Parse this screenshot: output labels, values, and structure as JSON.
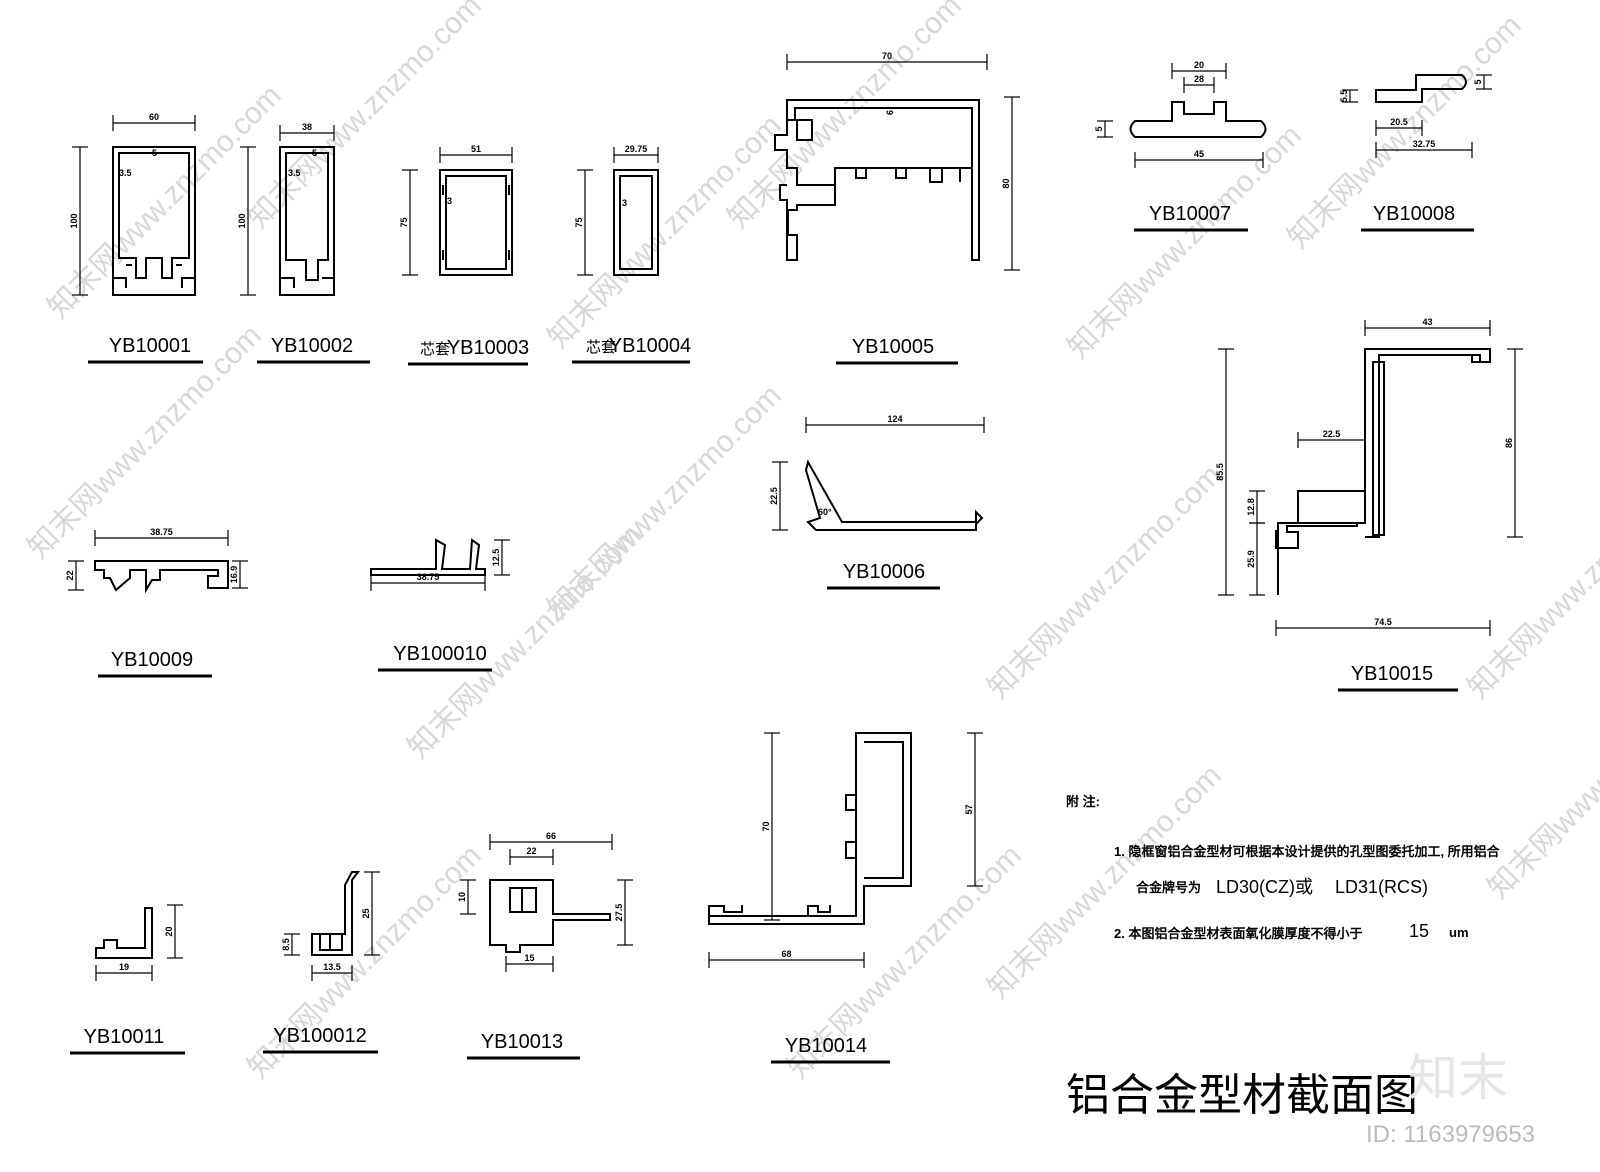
{
  "profiles": [
    {
      "id": "p1",
      "label": "YB10001",
      "prefix": "",
      "dims": [
        "60",
        "100",
        "3.5",
        "5"
      ]
    },
    {
      "id": "p2",
      "label": "YB10002",
      "prefix": "",
      "dims": [
        "38",
        "100",
        "3.5",
        "5"
      ]
    },
    {
      "id": "p3",
      "label": "YB10003",
      "prefix": "芯套",
      "dims": [
        "51",
        "75",
        "3"
      ]
    },
    {
      "id": "p4",
      "label": "YB10004",
      "prefix": "芯套",
      "dims": [
        "29.75",
        "75",
        "3"
      ]
    },
    {
      "id": "p5",
      "label": "YB10005",
      "prefix": "",
      "dims": [
        "70",
        "80",
        "6"
      ]
    },
    {
      "id": "p6",
      "label": "YB10006",
      "prefix": "",
      "dims": [
        "124",
        "22.5",
        "60°"
      ]
    },
    {
      "id": "p7",
      "label": "YB10007",
      "prefix": "",
      "dims": [
        "20",
        "28",
        "45",
        "5"
      ]
    },
    {
      "id": "p8",
      "label": "YB10008",
      "prefix": "",
      "dims": [
        "20.5",
        "32.75",
        "5.5",
        "5"
      ]
    },
    {
      "id": "p9",
      "label": "YB10009",
      "prefix": "",
      "dims": [
        "38.75",
        "22",
        "16.9"
      ]
    },
    {
      "id": "p10",
      "label": "YB100010",
      "prefix": "",
      "dims": [
        "38.75",
        "12.5"
      ]
    },
    {
      "id": "p11",
      "label": "YB10011",
      "prefix": "",
      "dims": [
        "19",
        "20"
      ]
    },
    {
      "id": "p12",
      "label": "YB100012",
      "prefix": "",
      "dims": [
        "13.5",
        "25",
        "8.5"
      ]
    },
    {
      "id": "p13",
      "label": "YB10013",
      "prefix": "",
      "dims": [
        "66",
        "22",
        "10",
        "27.5",
        "15"
      ]
    },
    {
      "id": "p14",
      "label": "YB10014",
      "prefix": "",
      "dims": [
        "70",
        "57",
        "68"
      ]
    },
    {
      "id": "p15",
      "label": "YB10015",
      "prefix": "",
      "dims": [
        "43",
        "22.5",
        "86",
        "85.5",
        "12.8",
        "25.9",
        "74.5"
      ]
    }
  ],
  "notes": {
    "heading": "附  注:",
    "line1": "1. 隐框窗铝合金型材可根据本设计提供的孔型图委托加工, 所用铝合",
    "line2_prefix": "合金牌号为",
    "grade1": "LD30(CZ)或",
    "grade2": "LD31(RCS)",
    "line3": "2. 本图铝合金型材表面氧化膜厚度不得小于",
    "thickness": "15",
    "unit": "um"
  },
  "title": "铝合金型材截面图",
  "watermark": {
    "text": "知末网www.znzmo.com",
    "brand": "知末",
    "id": "ID: 1163979653"
  }
}
